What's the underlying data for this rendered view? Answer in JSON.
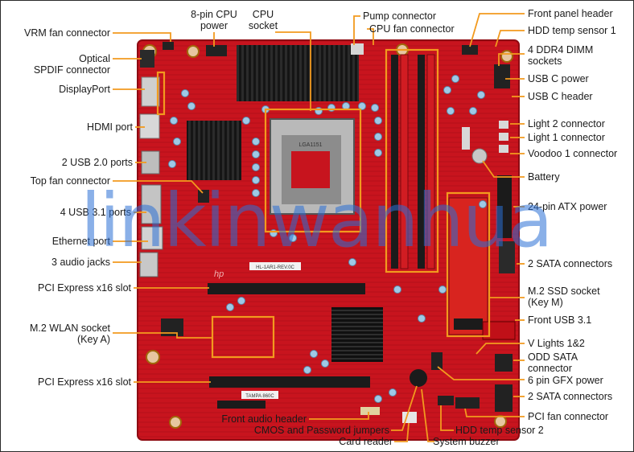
{
  "labels": {
    "vrm_fan": "VRM fan connector",
    "optical_spdif_1": "Optical",
    "optical_spdif_2": "SPDIF connector",
    "displayport": "DisplayPort",
    "hdmi": "HDMI port",
    "usb20": "2 USB 2.0 ports",
    "top_fan": "Top fan connector",
    "usb31": "4 USB 3.1 ports",
    "ethernet": "Ethernet port",
    "audio_jacks": "3 audio jacks",
    "pcie1": "PCI Express x16 slot",
    "m2_wlan_1": "M.2 WLAN socket",
    "m2_wlan_2": "(Key A)",
    "pcie2": "PCI Express x16 slot",
    "cpu_power_1": "8-pin CPU",
    "cpu_power_2": "power",
    "cpu_socket_1": "CPU",
    "cpu_socket_2": "socket",
    "pump": "Pump connector",
    "cpu_fan": "CPU fan connector",
    "front_panel": "Front panel header",
    "hdd_temp1": "HDD temp sensor 1",
    "dimm_1": "4 DDR4 DIMM",
    "dimm_2": "sockets",
    "usbc_power": "USB C power",
    "usbc_header": "USB C header",
    "light2": "Light 2 connector",
    "light1": "Light 1 connector",
    "voodoo": "Voodoo 1 connector",
    "battery": "Battery",
    "atx24": "24-pin ATX power",
    "sata_top": "2 SATA connectors",
    "m2ssd_1": "M.2 SSD socket",
    "m2ssd_2": "(Key M)",
    "front_usb": "Front USB 3.1",
    "vlights": "V Lights 1&2",
    "odd_1": "ODD SATA",
    "odd_2": "connector",
    "gfx6": "6 pin GFX power",
    "sata_bottom": "2 SATA connectors",
    "pci_fan": "PCI fan connector",
    "front_audio": "Front audio header",
    "cmos": "CMOS and Password jumpers",
    "card_reader": "Card reader",
    "hdd_temp2": "HDD temp sensor 2",
    "buzzer": "System buzzer"
  },
  "board": {
    "cpu_label": "LGA1151",
    "sticker": "TAMPA 860C",
    "silk1": "HL-1AR1-REV.0C",
    "hp_mark": "hp"
  },
  "watermark": "linkinwanhua",
  "colors": {
    "pcb": "#c8141e",
    "pcb_dark": "#8e0b12",
    "callout": "#f29a1e",
    "slot": "#1b1b1b",
    "heatsink": "#111111",
    "label_text": "#1a1a1a",
    "watermark": "#2a6fd6",
    "frame": "#2a2a2a"
  }
}
